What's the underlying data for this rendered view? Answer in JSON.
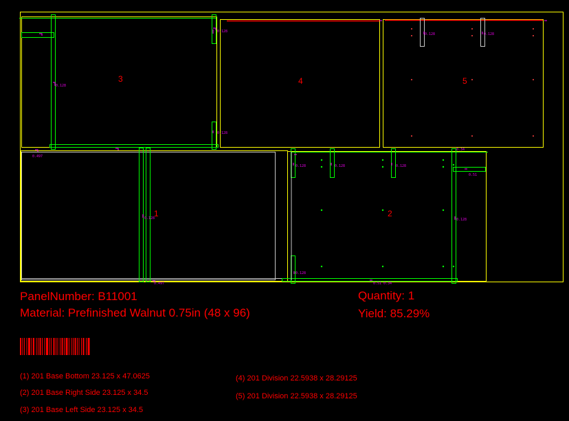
{
  "header": {
    "panel_number": "PanelNumber: B11001",
    "material": "Material: Prefinished Walnut 0.75in (48 x 96)",
    "quantity": "Quantity: 1",
    "yield": "Yield: 85.29%"
  },
  "parts": [
    {
      "number": "1",
      "label": "(1) 201 Base Bottom 23.125 x 47.0625"
    },
    {
      "number": "2",
      "label": "(2) 201 Base Right Side 23.125 x 34.5"
    },
    {
      "number": "3",
      "label": "(3) 201 Base Left Side 23.125 x 34.5"
    },
    {
      "number": "4",
      "label": "(4) 201 Division 22.5938 x 28.29125"
    },
    {
      "number": "5",
      "label": "(5) 201 Division 22.5938 x 28.29125"
    }
  ],
  "dimension_labels": [
    "0.128",
    "0.51",
    "0.34",
    "0.497"
  ],
  "colors": {
    "part_outline": "#ffff00",
    "machining": "#00ff00",
    "text": "#ff0000",
    "dimension": "#ff00ff"
  }
}
